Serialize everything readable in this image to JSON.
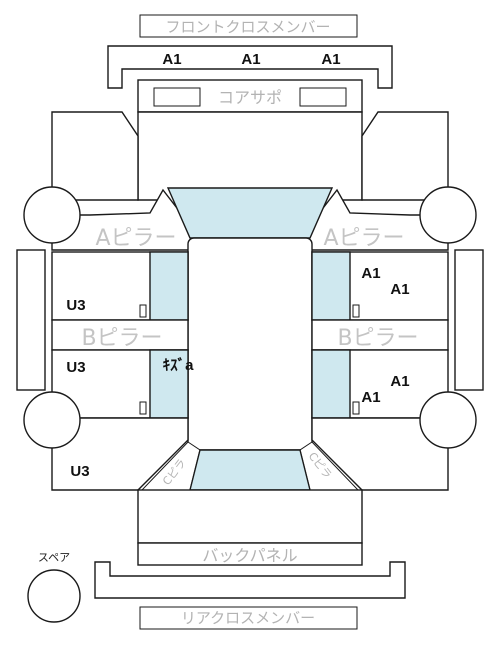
{
  "labels": {
    "front_cross_member": "フロントクロスメンバー",
    "core_support": "コアサポ",
    "a_pillar_left": "Aピラー",
    "a_pillar_right": "Aピラー",
    "b_pillar_left": "Bピラー",
    "b_pillar_right": "Bピラー",
    "back_panel": "バックパネル",
    "rear_cross_member": "リアクロスメンバー",
    "spare": "スペア",
    "c_pillar_left": "Cピラ",
    "c_pillar_right": "Cピラ"
  },
  "damage_codes": {
    "front_1": "A1",
    "front_2": "A1",
    "front_3": "A1",
    "right_front_door_1": "A1",
    "right_front_door_2": "A1",
    "right_rear_door_1": "A1",
    "right_rear_door_2": "A1",
    "left_front_door": "U3",
    "left_rear_door": "U3",
    "left_rear_quarter": "U3",
    "left_rear_door_note": "ｷｽﾞa"
  },
  "colors": {
    "glass": "#cfe8ef",
    "label_gray": "#b3b3b3",
    "line": "#1a1a1a"
  }
}
